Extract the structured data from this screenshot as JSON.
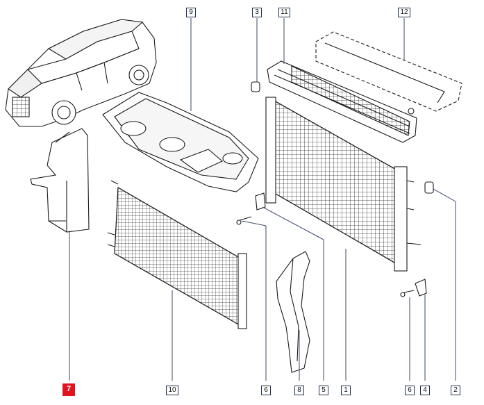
{
  "callouts": [
    {
      "label": "1"
    },
    {
      "label": "2"
    },
    {
      "label": "3"
    },
    {
      "label": "4"
    },
    {
      "label": "5"
    },
    {
      "label": "6"
    },
    {
      "label": "6"
    },
    {
      "label": "7",
      "highlighted": true
    },
    {
      "label": "8"
    },
    {
      "label": "9"
    },
    {
      "label": "10"
    },
    {
      "label": "11"
    },
    {
      "label": "12"
    }
  ],
  "colors": {
    "line": "#1f2f4f",
    "leader": "#3a4a6a",
    "highlight": "#e0141e"
  }
}
